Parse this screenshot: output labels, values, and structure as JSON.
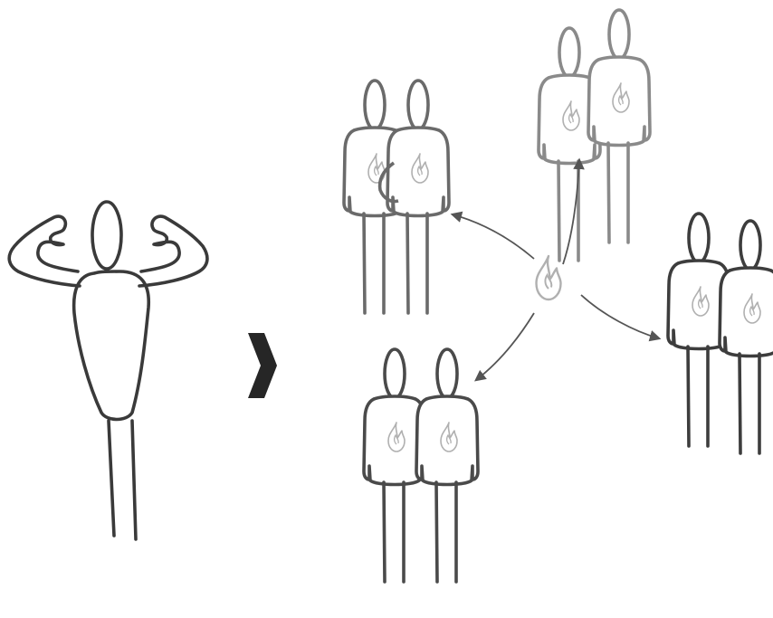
{
  "colors": {
    "background": "#ffffff",
    "ink_dark": "#3a3a3a",
    "ink_mid": "#5e5e5e",
    "ink_light": "#858585",
    "flame": "#b0b0b0",
    "chevron": "#262626"
  },
  "icons": {
    "strong_figure": "flexing-person-icon",
    "separator": "chevron-right-icon",
    "center": "flame-icon",
    "arrows": "arrow-icon"
  },
  "groups": [
    {
      "name": "top-left"
    },
    {
      "name": "top-right"
    },
    {
      "name": "right"
    },
    {
      "name": "bottom"
    }
  ]
}
